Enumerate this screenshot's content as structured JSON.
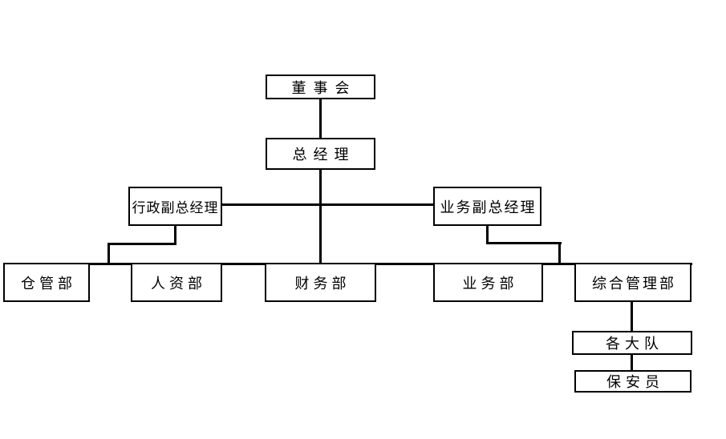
{
  "diagram": {
    "type": "org-chart",
    "colors": {
      "background": "#ffffff",
      "line": "#000000",
      "box_fill": "#ffffff",
      "text": "#000000"
    },
    "nodes": {
      "board": {
        "label": "董事会"
      },
      "gm": {
        "label": "总经理"
      },
      "admin_deputy": {
        "label": "行政副总经理"
      },
      "business_deputy": {
        "label": "业务副总经理"
      },
      "warehouse": {
        "label": "仓管部"
      },
      "hr": {
        "label": "人资部"
      },
      "finance": {
        "label": "财务部"
      },
      "business": {
        "label": "业务部"
      },
      "general_mgmt": {
        "label": "综合管理部"
      },
      "brigades": {
        "label": "各大队"
      },
      "security": {
        "label": "保安员"
      }
    }
  }
}
